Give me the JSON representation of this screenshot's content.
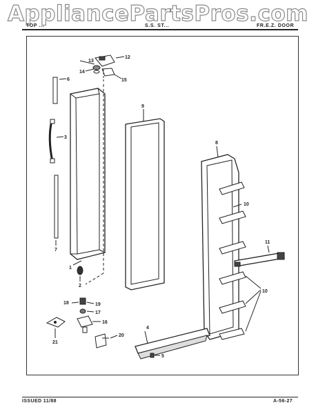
{
  "watermark": "AppliancePartsPros.com",
  "header": {
    "left": "TOP ...",
    "middle": "S.S. ST...",
    "right": "FR.E.Z. DOOR"
  },
  "footer": {
    "issued": "ISSUED 11/88",
    "page": "A-56-27"
  },
  "callouts": {
    "c1": "1",
    "c2": "2",
    "c3": "3",
    "c4": "4",
    "c5": "5",
    "c6": "6",
    "c7": "7",
    "c8": "8",
    "c9": "9",
    "c10a": "10",
    "c10b": "10",
    "c11": "11",
    "c12": "12",
    "c13": "13",
    "c14": "14",
    "c15": "15",
    "c16": "16",
    "c17": "17",
    "c18": "18",
    "c19": "19",
    "c20": "20",
    "c21": "21"
  }
}
